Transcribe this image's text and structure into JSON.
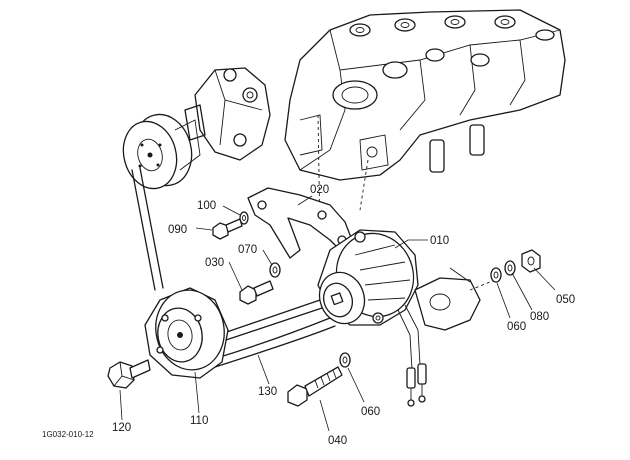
{
  "diagram": {
    "code": "1G032-010-12",
    "part_numbers": {
      "p010": "010",
      "p020": "020",
      "p030": "030",
      "p040": "040",
      "p050": "050",
      "p060a": "060",
      "p060b": "060",
      "p070": "070",
      "p080": "080",
      "p090": "090",
      "p100": "100",
      "p110": "110",
      "p120": "120",
      "p130": "130"
    }
  }
}
